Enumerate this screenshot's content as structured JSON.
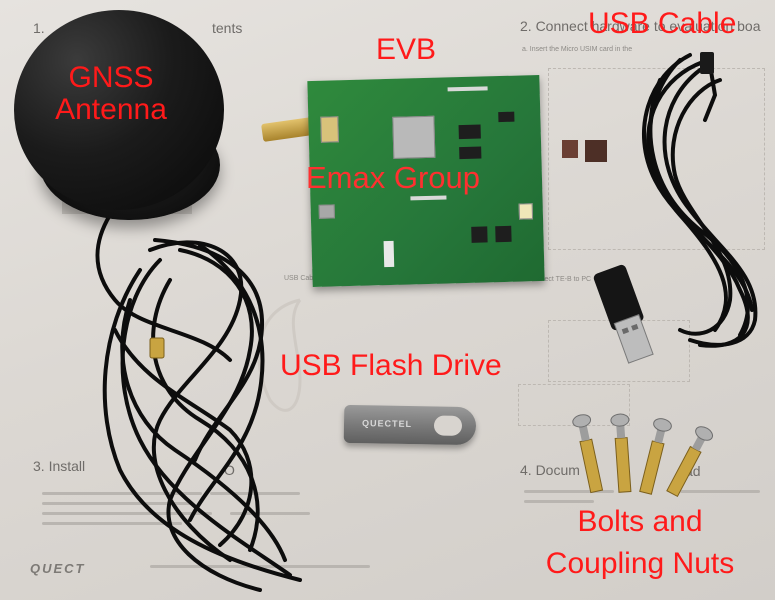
{
  "overlay_labels": {
    "antenna_line1": "GNSS",
    "antenna_line2": "Antenna",
    "evb": "EVB",
    "watermark": "Emax Group",
    "usb_cable": "USB Cable",
    "flash_drive": "USB Flash Drive",
    "bolts_line1": "Bolts and",
    "bolts_line2": "Coupling Nuts"
  },
  "printed_sheet": {
    "step1": "1.",
    "step1_tail": "tents",
    "step2": "2. Connect hardware to evaluation boa",
    "step2_sub": "a. Insert the Micro USIM card in the",
    "step3": "3.  Install",
    "step3_tail": "O",
    "step4": "4. Docum",
    "step4_tail": "ad",
    "usb_cable_text": "USB Cable",
    "connect_text": "b. Connect TE-B to PC",
    "brand": "QUECT"
  },
  "flash_drive_brand": "QUECTEL",
  "colors": {
    "label_red": "#ff1a1a",
    "pcb_green": "#2f8a3c",
    "cable_black": "#0d0d0d",
    "brass": "#c9a441"
  }
}
